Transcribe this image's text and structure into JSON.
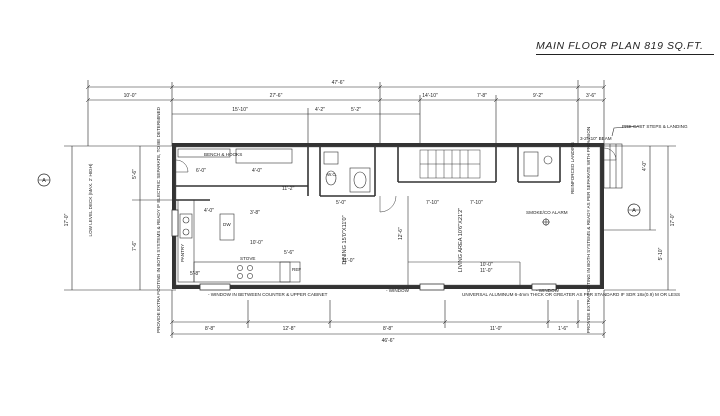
{
  "title": "MAIN FLOOR PLAN 819 SQ.FT.",
  "dims_top": {
    "overall": "47'-6\"",
    "left_outer": "10'-0\"",
    "middle": "27'-6\"",
    "seg_14_10": "14'-10\"",
    "seg_7_8": "7'-8\"",
    "seg_9_2": "9'-2\"",
    "right_outer": "3'-6\"",
    "inner_15_10": "15'-10\"",
    "inner_4_2": "4'-2\"",
    "inner_5_2": "5'-2\""
  },
  "dims_bottom": {
    "overall": "46'-6\"",
    "seg_8_8": "8'-8\"",
    "seg_12_8": "12'-8\"",
    "seg_8_8b": "8'-8\"",
    "seg_11_0": "11'-0\"",
    "seg_1_6": "1'-6\""
  },
  "dims_left": {
    "height": "17'-0\"",
    "seg_5_6": "5'-6\"",
    "seg_7_6": "7'-6\""
  },
  "dims_right": {
    "height": "17'-0\"",
    "seg_4_0": "4'-0\"",
    "seg_5_10": "5'-10\""
  },
  "labels": {
    "deck": "LOW LEVEL DECK (MAX. 2' HIGH)",
    "bench": "BENCH & HOOKS",
    "dining": "DINING 15'0\"X11'0\"",
    "living": "LIVING AREA 10'6\"X21'2\"",
    "smoke": "SMOKE/CO ALARM",
    "steps": "PRE-CAST STEPS & LANDING",
    "beam": "3-2\"x10\" BEAM",
    "window_cabinet": "- WINDOW IN BETWEEN COUNTER & UPPER CABINET",
    "window_1": "- WINDOW",
    "window_2": "- WINDOW",
    "glazing": "UNIVERSAL ALUMINUM 6-4mm THICK OR GREATER AS PER STANDARD IF SDR 18x(0.9) M OR LESS",
    "ref": "REF",
    "dw": "DW",
    "pantry": "PANTRY",
    "wc": "W.C.",
    "stove": "STOVE",
    "left_note": "PROVIDE EXTRA FOOTING IN BOTH SYSTEMS & READY IF ELECTRIC SEPARATE, TO BE DETERMINED",
    "right_note": "PROVIDE EXTRA FOOTING IN BOTH SYSTEMS & READY AS PER SEPARATE WITH PROVISION",
    "exp_note": "REINFORCED LANDING",
    "inner_dims": {
      "d_6_0": "6'-0\"",
      "d_4_0a": "4'-0\"",
      "d_11_0": "11'-0\"",
      "d_11_0b": "11'-0\"",
      "d_10_0": "10'-0\"",
      "d_7_10": "7'-10\"",
      "d_7_10b": "7'-10\"",
      "d_5_8": "5'-8\"",
      "d_5_0": "5'-0\"",
      "d_3_8": "3'-8\"",
      "d_4_0": "4'-0\"",
      "d_10_0b": "10'-0\"",
      "d_11_2": "11'-2\"",
      "d_5_6": "5'-6\"",
      "d_12_6": "12'-6\""
    }
  },
  "section_markers": {
    "left": "A",
    "right": "A"
  }
}
